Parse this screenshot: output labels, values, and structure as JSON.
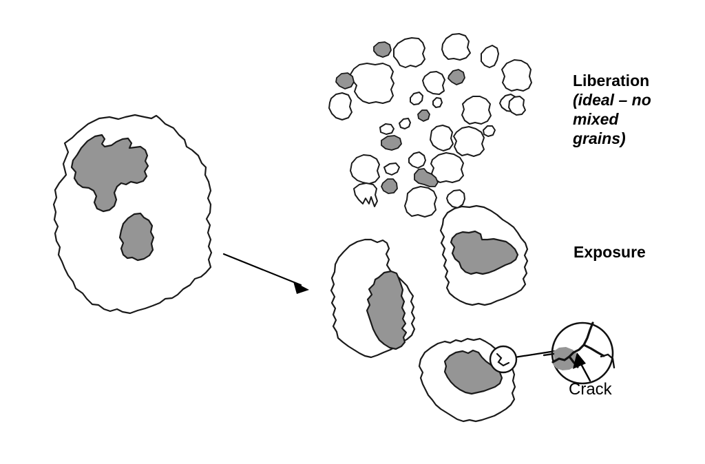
{
  "figure": {
    "title_visible": false,
    "background_color": "#ffffff",
    "outline_color": "#1a1a1a",
    "gray_mineral_color": "#959595",
    "white_gangue_color": "#ffffff"
  },
  "labels": {
    "liberation": "Liberation",
    "liberation_sub": "(ideal – no\nmixed\ngrains)",
    "exposure": "Exposure",
    "crack": "Crack"
  },
  "diagram_data": {
    "type": "schematic",
    "subject": "Mineral grain liberation versus exposure after comminution",
    "legend": {
      "gray_fill": "valuable mineral phase",
      "white_fill": "gangue / host rock phase"
    },
    "stages": [
      {
        "name": "parent-particle",
        "description": "Single large composite particle containing two gray mineral inclusions fully enclosed by white gangue",
        "white_grain_count": 1,
        "gray_inclusion_count": 2,
        "approx_center": [
          205,
          310
        ]
      },
      {
        "name": "liberation-cluster",
        "description": "Ideal liberation: all particles are single-phase, no mixed grains",
        "white_grain_count": 20,
        "gray_grain_count": 7,
        "approx_center": [
          635,
          165
        ]
      },
      {
        "name": "exposure-cluster",
        "description": "Exposure: gray mineral is exposed at the particle surface but still attached to gangue",
        "composite_particle_count": 3,
        "approx_center": [
          645,
          455
        ],
        "detail_callout": "Crack"
      }
    ],
    "arrow": {
      "from": [
        325,
        369
      ],
      "to": [
        448,
        421
      ],
      "meaning": "breakage / comminution"
    },
    "callout": {
      "small_circle_center": [
        731,
        522
      ],
      "small_circle_radius": 19,
      "magnifier_center": [
        846,
        513
      ],
      "magnifier_radius": 44,
      "label": "Crack",
      "contents": "branching crack reaching an exposed gray mineral grain"
    }
  }
}
